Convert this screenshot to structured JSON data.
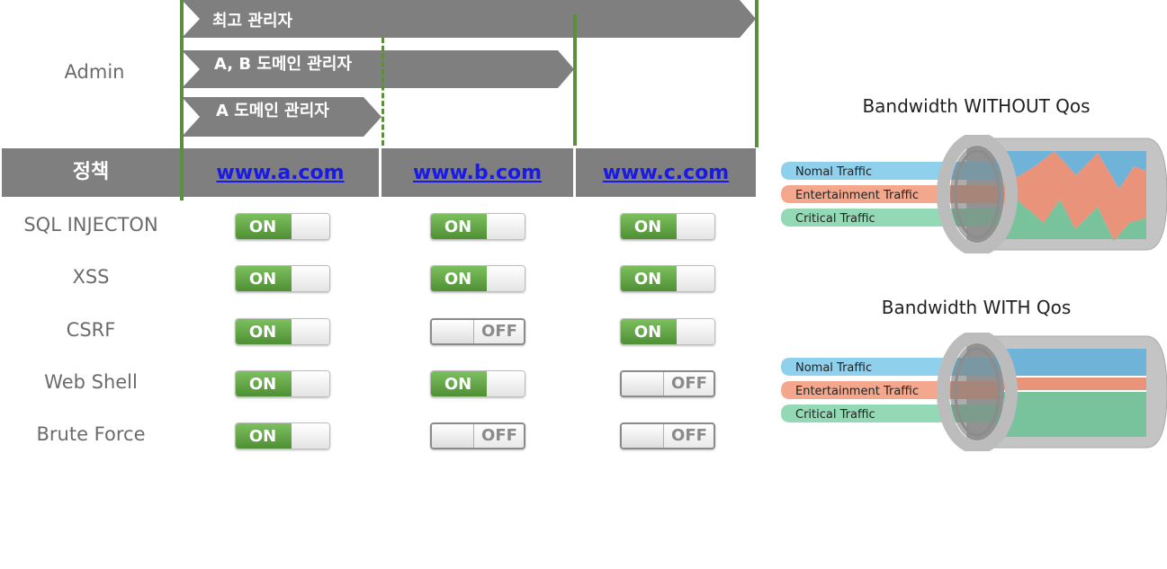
{
  "admin": {
    "label": "Admin",
    "roles": [
      {
        "label": "최고 관리자"
      },
      {
        "label": "A, B 도메인 관리자"
      },
      {
        "label": "A 도메인 관리자"
      }
    ]
  },
  "policy": {
    "header_label": "정책",
    "domains": [
      "www.a.com",
      "www.b.com",
      "www.c.com"
    ],
    "rows": [
      {
        "name": "SQL INJECTON",
        "states": [
          "ON",
          "ON",
          "ON"
        ]
      },
      {
        "name": "XSS",
        "states": [
          "ON",
          "ON",
          "ON"
        ]
      },
      {
        "name": "CSRF",
        "states": [
          "ON",
          "OFF",
          "ON"
        ]
      },
      {
        "name": "Web Shell",
        "states": [
          "ON",
          "ON",
          "OFF"
        ]
      },
      {
        "name": "Brute Force",
        "states": [
          "ON",
          "OFF",
          "OFF"
        ]
      }
    ]
  },
  "bandwidth": {
    "without_qos": {
      "title": "Bandwidth WITHOUT Qos",
      "traffic": [
        "Nomal Traffic",
        "Entertainment Traffic",
        "Critical Traffic"
      ]
    },
    "with_qos": {
      "title": "Bandwidth WITH Qos",
      "traffic": [
        "Nomal Traffic",
        "Entertainment Traffic",
        "Critical Traffic"
      ]
    }
  },
  "colors": {
    "accent_green": "#5b8f3c",
    "header_gray": "#7f7f7f",
    "normal_traffic": "#8fd0ec",
    "entertainment_traffic": "#f3a78c",
    "critical_traffic": "#93d9b5"
  }
}
